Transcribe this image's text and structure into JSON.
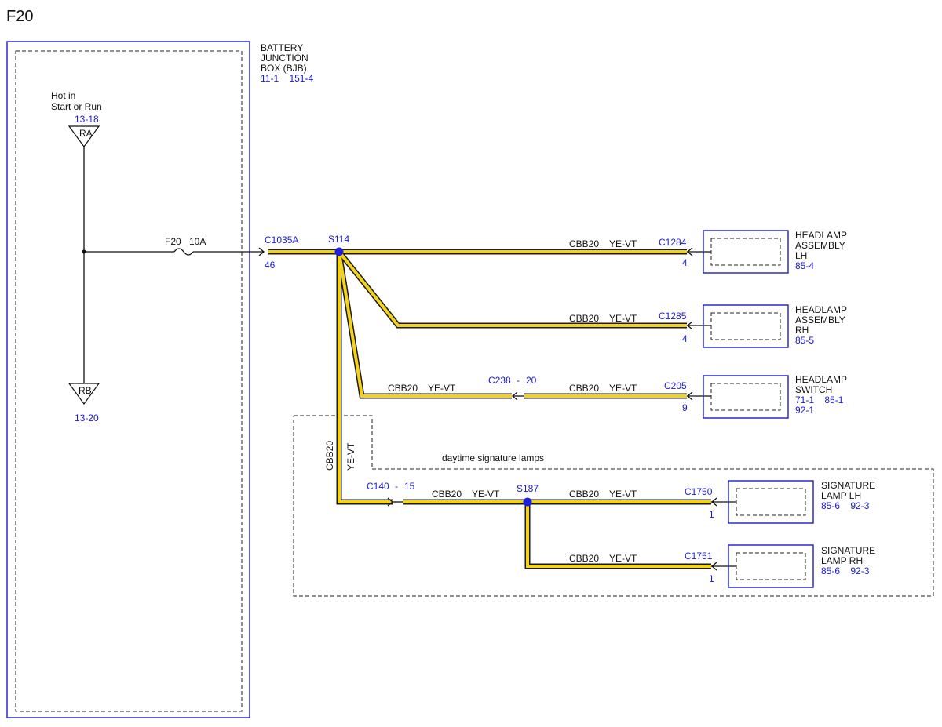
{
  "page_title": "F20",
  "bjb": {
    "name_lines": [
      "BATTERY",
      "JUNCTION",
      "BOX (BJB)"
    ],
    "refs": "11-1    151-4",
    "hot_in_line1": "Hot in",
    "hot_in_line2": "Start or Run",
    "ra_ref": "13-18",
    "ra_label": "RA",
    "rb_label": "RB",
    "rb_ref": "13-20",
    "fuse_label": "F20",
    "fuse_rating": "10A",
    "connector": "C1035A",
    "connector_pin": "46"
  },
  "splices": {
    "s114": "S114",
    "s187": "S187"
  },
  "circuit": "CBB20",
  "color": "YE-VT",
  "wires": {
    "c1284": "C1284",
    "c1284_pin": "4",
    "c1285": "C1285",
    "c1285_pin": "4",
    "c238": "C238",
    "c238_pin": "20",
    "c205": "C205",
    "c205_pin": "9",
    "c140": "C140",
    "c140_pin": "15",
    "c1750": "C1750",
    "c1750_pin": "1",
    "c1751": "C1751",
    "c1751_pin": "1"
  },
  "components": {
    "hl_lh": [
      "HEADLAMP",
      "ASSEMBLY",
      "LH"
    ],
    "hl_lh_refs": "85-4",
    "hl_rh": [
      "HEADLAMP",
      "ASSEMBLY",
      "RH"
    ],
    "hl_rh_refs": "85-5",
    "hl_sw": [
      "HEADLAMP",
      "SWITCH"
    ],
    "hl_sw_refs1": "71-1    85-1",
    "hl_sw_refs2": "92-1",
    "sig_lh": [
      "SIGNATURE",
      "LAMP LH"
    ],
    "sig_lh_refs": "85-6    92-3",
    "sig_rh": [
      "SIGNATURE",
      "LAMP RH"
    ],
    "sig_rh_refs": "85-6    92-3"
  },
  "daytime_group_label": "daytime signature lamps",
  "colors": {
    "wire": "#f2d21a",
    "reference_blue": "#1a1ad6",
    "splice": "#1f1fe0",
    "component_fill": "#efefef"
  }
}
